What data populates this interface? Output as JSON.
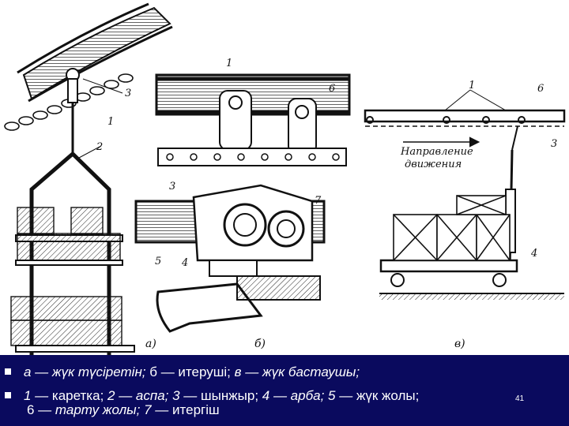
{
  "figure": {
    "panel_labels": [
      "а)",
      "б)",
      "в)"
    ],
    "callouts_a": [
      "3",
      "1",
      "2"
    ],
    "callouts_b": [
      "1",
      "6",
      "3",
      "7",
      "5",
      "4"
    ],
    "callouts_c": [
      "1",
      "6",
      "3",
      "4"
    ],
    "direction_text": [
      "Направление",
      "движения"
    ]
  },
  "caption": {
    "line1": {
      "p1": "а — жүк түсіретін; ",
      "p2": "б — итеруші; ",
      "p3": "в — жүк бастаушы;"
    },
    "line2": {
      "p1": "1 — ",
      "p2": "каретка; ",
      "p3": "2 — аспа; 3 — ",
      "p4": "шынжыр; ",
      "p5": "4 — арба; 5 — ",
      "p6": "жүк жолы;"
    },
    "line3": {
      "p1": "6 — ",
      "p2": "тарту жолы; ",
      "p3": "7 — ",
      "p4": "итергіш"
    }
  },
  "page_number": "41"
}
